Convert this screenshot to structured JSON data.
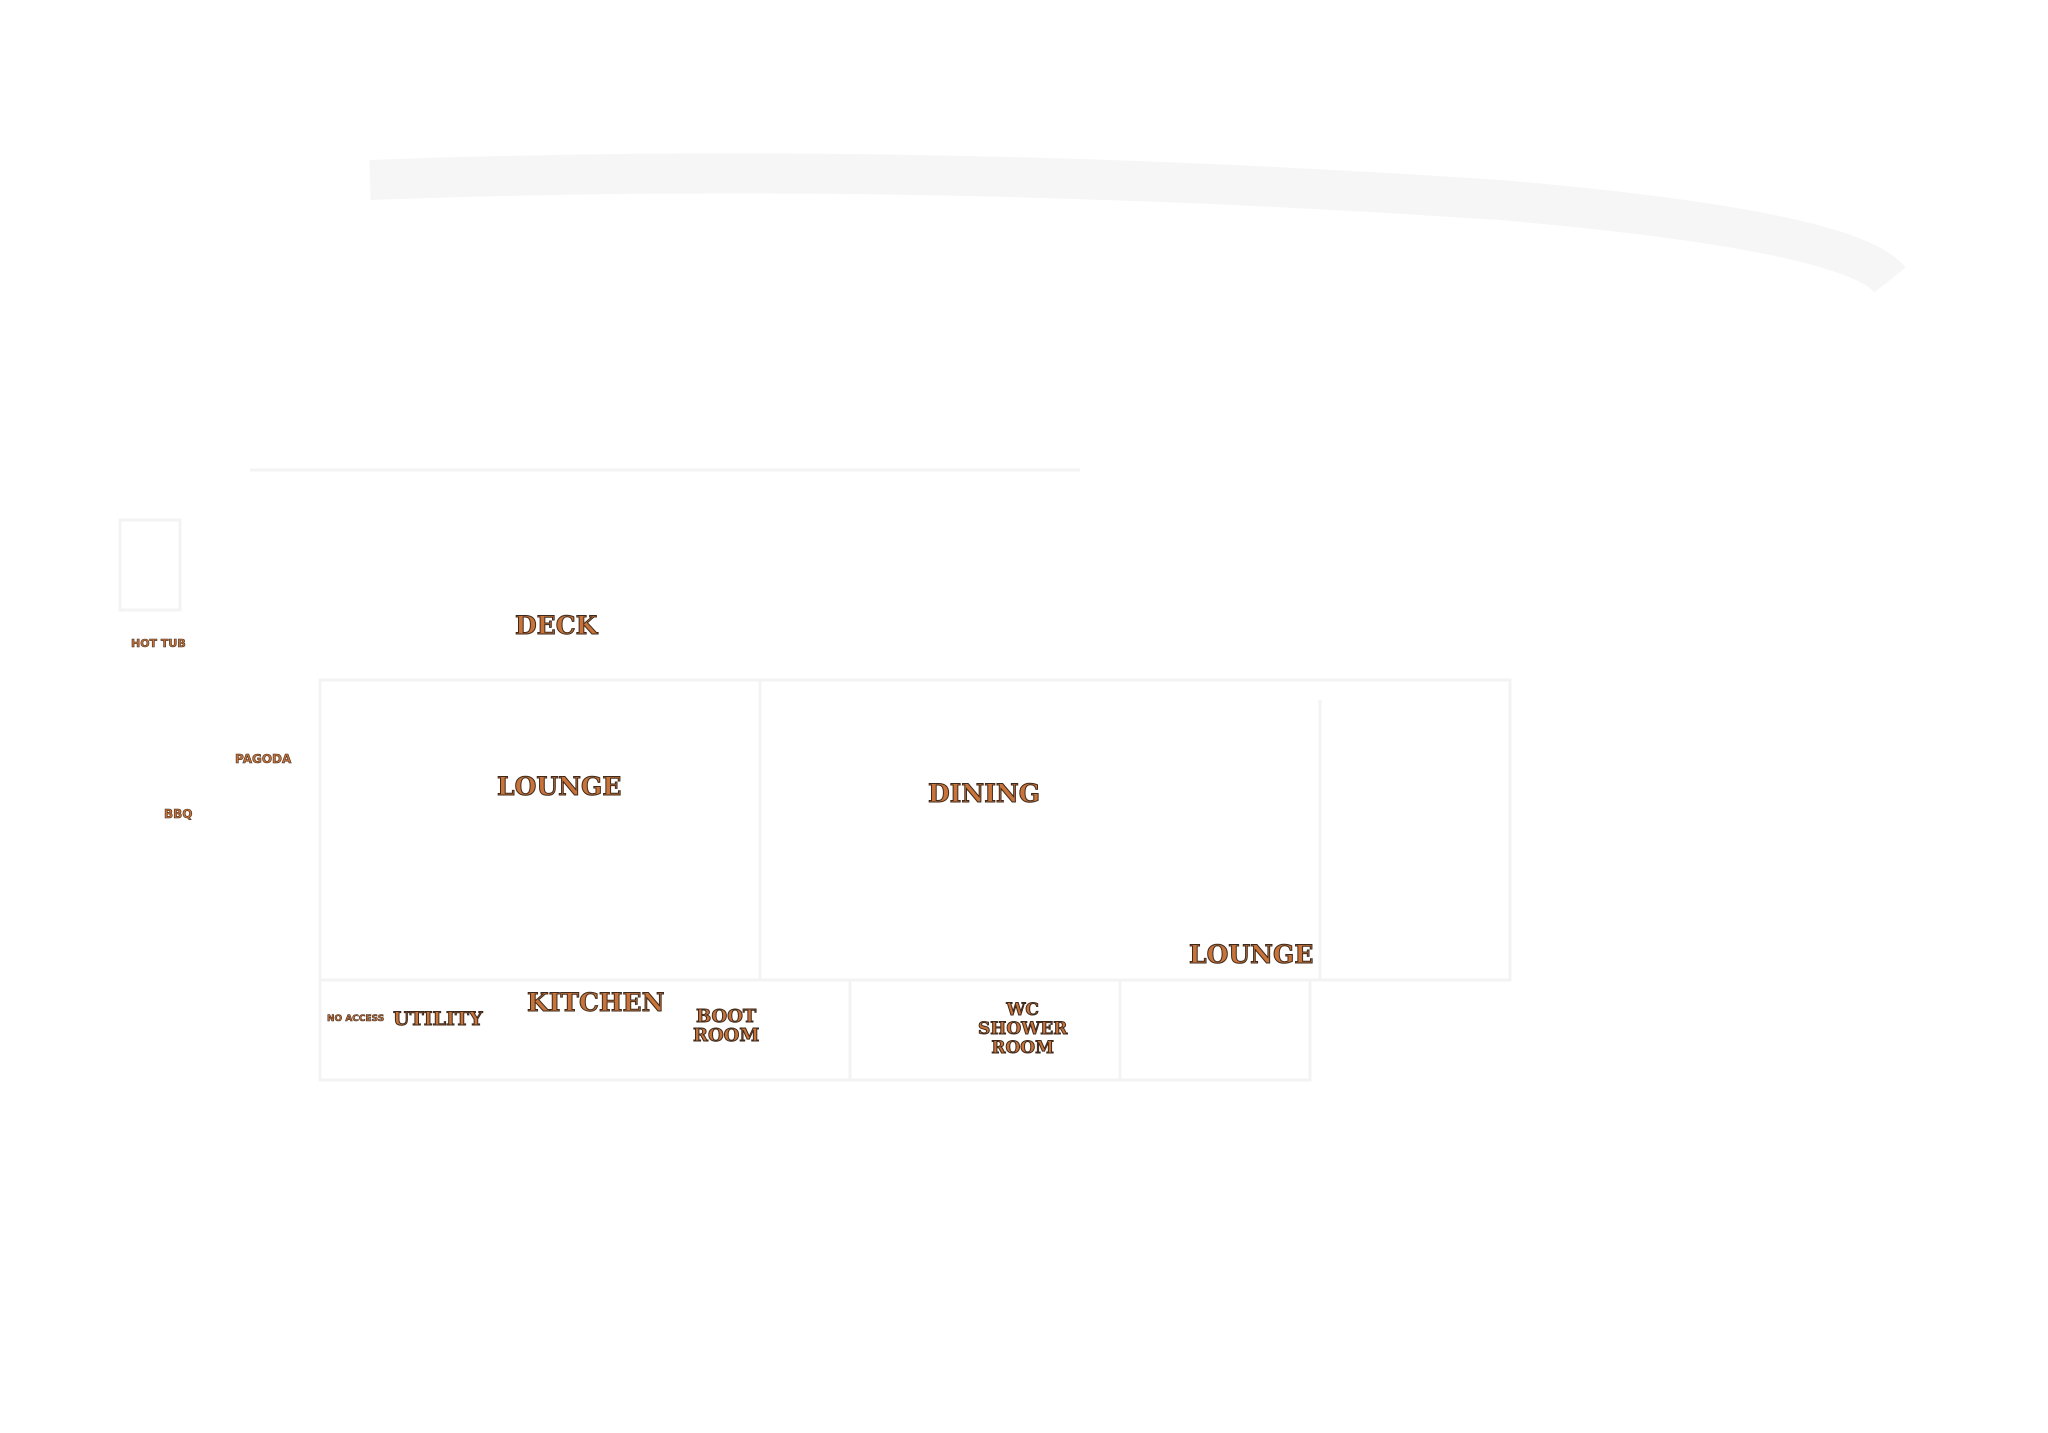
{
  "colors": {
    "label_fill": "#c8733a",
    "label_outline": "#3e2a1c",
    "background": "#ffffff",
    "ghost_lines": "#f3f3f3"
  },
  "rooms": {
    "deck": "DECK",
    "hot_tub": "HOT TUB",
    "pagoda": "PAGODA",
    "bbq": "BBQ",
    "lounge_west": "LOUNGE",
    "dining": "DINING",
    "lounge_east": "LOUNGE",
    "kitchen": "KITCHEN",
    "no_access": "NO ACCESS",
    "utility": "UTILITY",
    "boot_room": [
      "BOOT",
      "ROOM"
    ],
    "wc_shower_room": [
      "WC",
      "SHOWER",
      "ROOM"
    ]
  }
}
